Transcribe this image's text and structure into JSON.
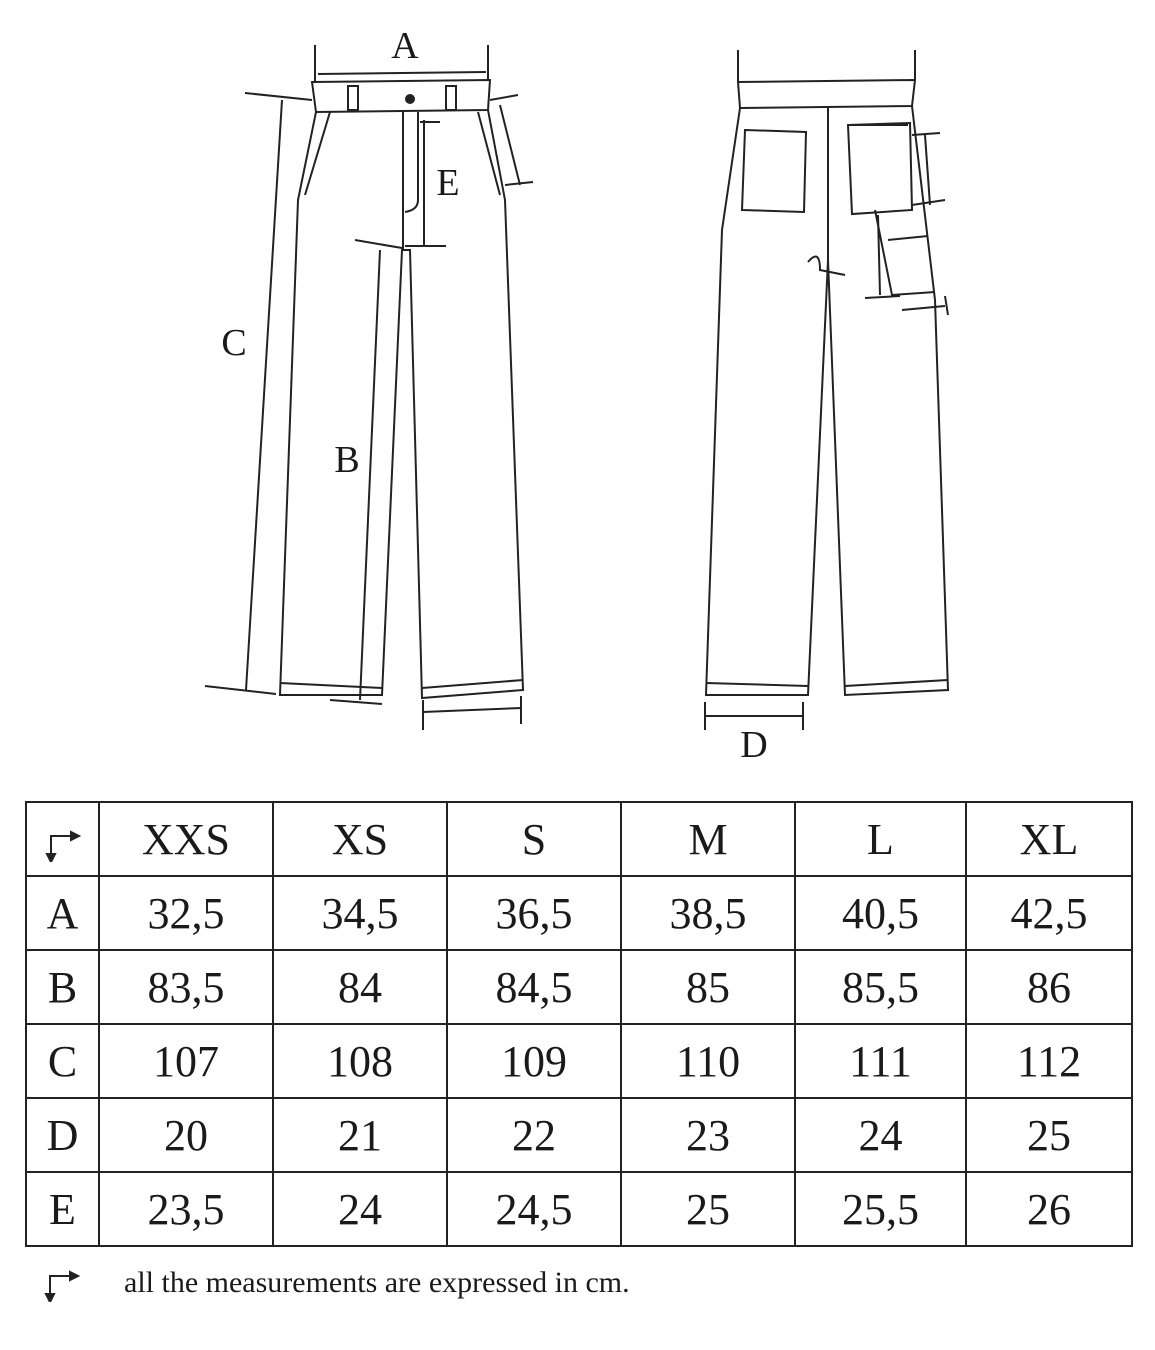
{
  "diagram": {
    "labels": {
      "A": "A",
      "B": "B",
      "C": "C",
      "D": "D",
      "E": "E"
    },
    "icons": [
      "front-pants-drawing",
      "back-pants-drawing",
      "corner-arrow-icon"
    ]
  },
  "table": {
    "sizes": [
      "XXS",
      "XS",
      "S",
      "M",
      "L",
      "XL"
    ],
    "rows": [
      {
        "label": "A",
        "values": [
          "32,5",
          "34,5",
          "36,5",
          "38,5",
          "40,5",
          "42,5"
        ]
      },
      {
        "label": "B",
        "values": [
          "83,5",
          "84",
          "84,5",
          "85",
          "85,5",
          "86"
        ]
      },
      {
        "label": "C",
        "values": [
          "107",
          "108",
          "109",
          "110",
          "111",
          "112"
        ]
      },
      {
        "label": "D",
        "values": [
          "20",
          "21",
          "22",
          "23",
          "24",
          "25"
        ]
      },
      {
        "label": "E",
        "values": [
          "23,5",
          "24",
          "24,5",
          "25",
          "25,5",
          "26"
        ]
      }
    ]
  },
  "footnote": "all the measurements are expressed in cm."
}
